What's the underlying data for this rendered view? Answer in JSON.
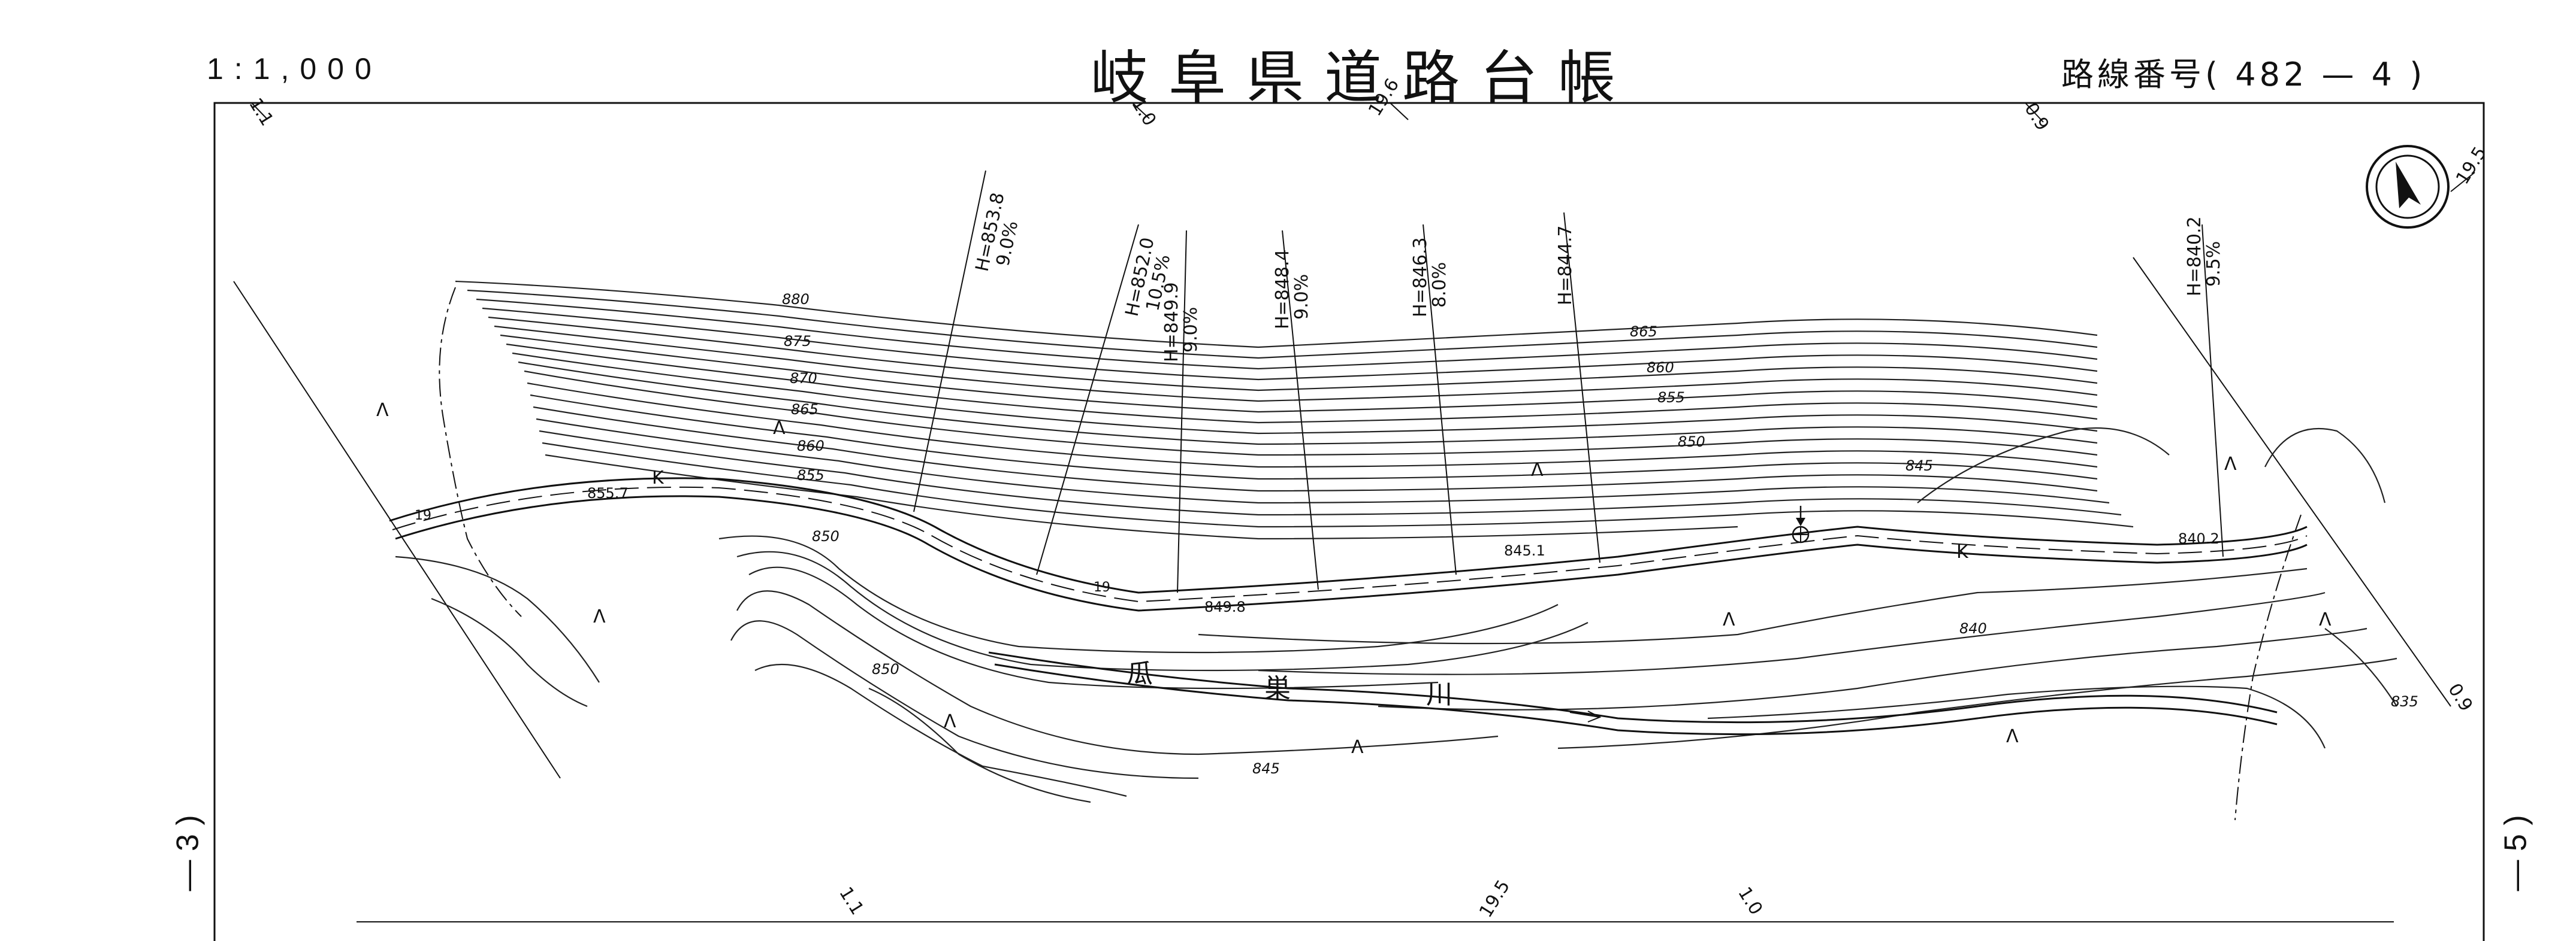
{
  "header": {
    "scale": "1:1,000",
    "title": "岐阜県道路台帳",
    "route_label": "路線番号(",
    "route_number": "482 — 4",
    "route_close": ")"
  },
  "side_labels": {
    "left": "— 3 )",
    "right": "— 5 )"
  },
  "map": {
    "frame_marks_top": [
      "1.1",
      "1.0",
      "19.6",
      "0.9",
      "19.5"
    ],
    "frame_marks_bottom": [
      "1.1",
      "19.5",
      "1.0"
    ],
    "frame_mark_right": "0.9",
    "sections": [
      {
        "h": "H=853.8",
        "grade": "9.0%"
      },
      {
        "h": "H=852.0",
        "grade": "10.5%"
      },
      {
        "h": "H=849.9",
        "grade": "9.0%"
      },
      {
        "h": "H=848.4",
        "grade": "9.0%"
      },
      {
        "h": "H=846.3",
        "grade": "8.0%"
      },
      {
        "h": "H=844.7",
        "grade": ""
      },
      {
        "h": "H=840.2",
        "grade": "9.5%"
      }
    ],
    "contour_labels": {
      "north_slope": [
        "880",
        "875",
        "870",
        "865",
        "860",
        "855"
      ],
      "east_slope": [
        "865",
        "860",
        "855",
        "850",
        "845"
      ],
      "south": [
        "850",
        "850",
        "845",
        "840",
        "835"
      ]
    },
    "spot_heights": [
      "855.7",
      "849.8",
      "845.1",
      "840.2"
    ],
    "road_marks": [
      "K",
      "K",
      "19",
      "19"
    ],
    "river_name": [
      "瓜",
      "巣",
      "川"
    ],
    "symbol": "Λ",
    "north_arrow_icon": "north-arrow-icon"
  }
}
